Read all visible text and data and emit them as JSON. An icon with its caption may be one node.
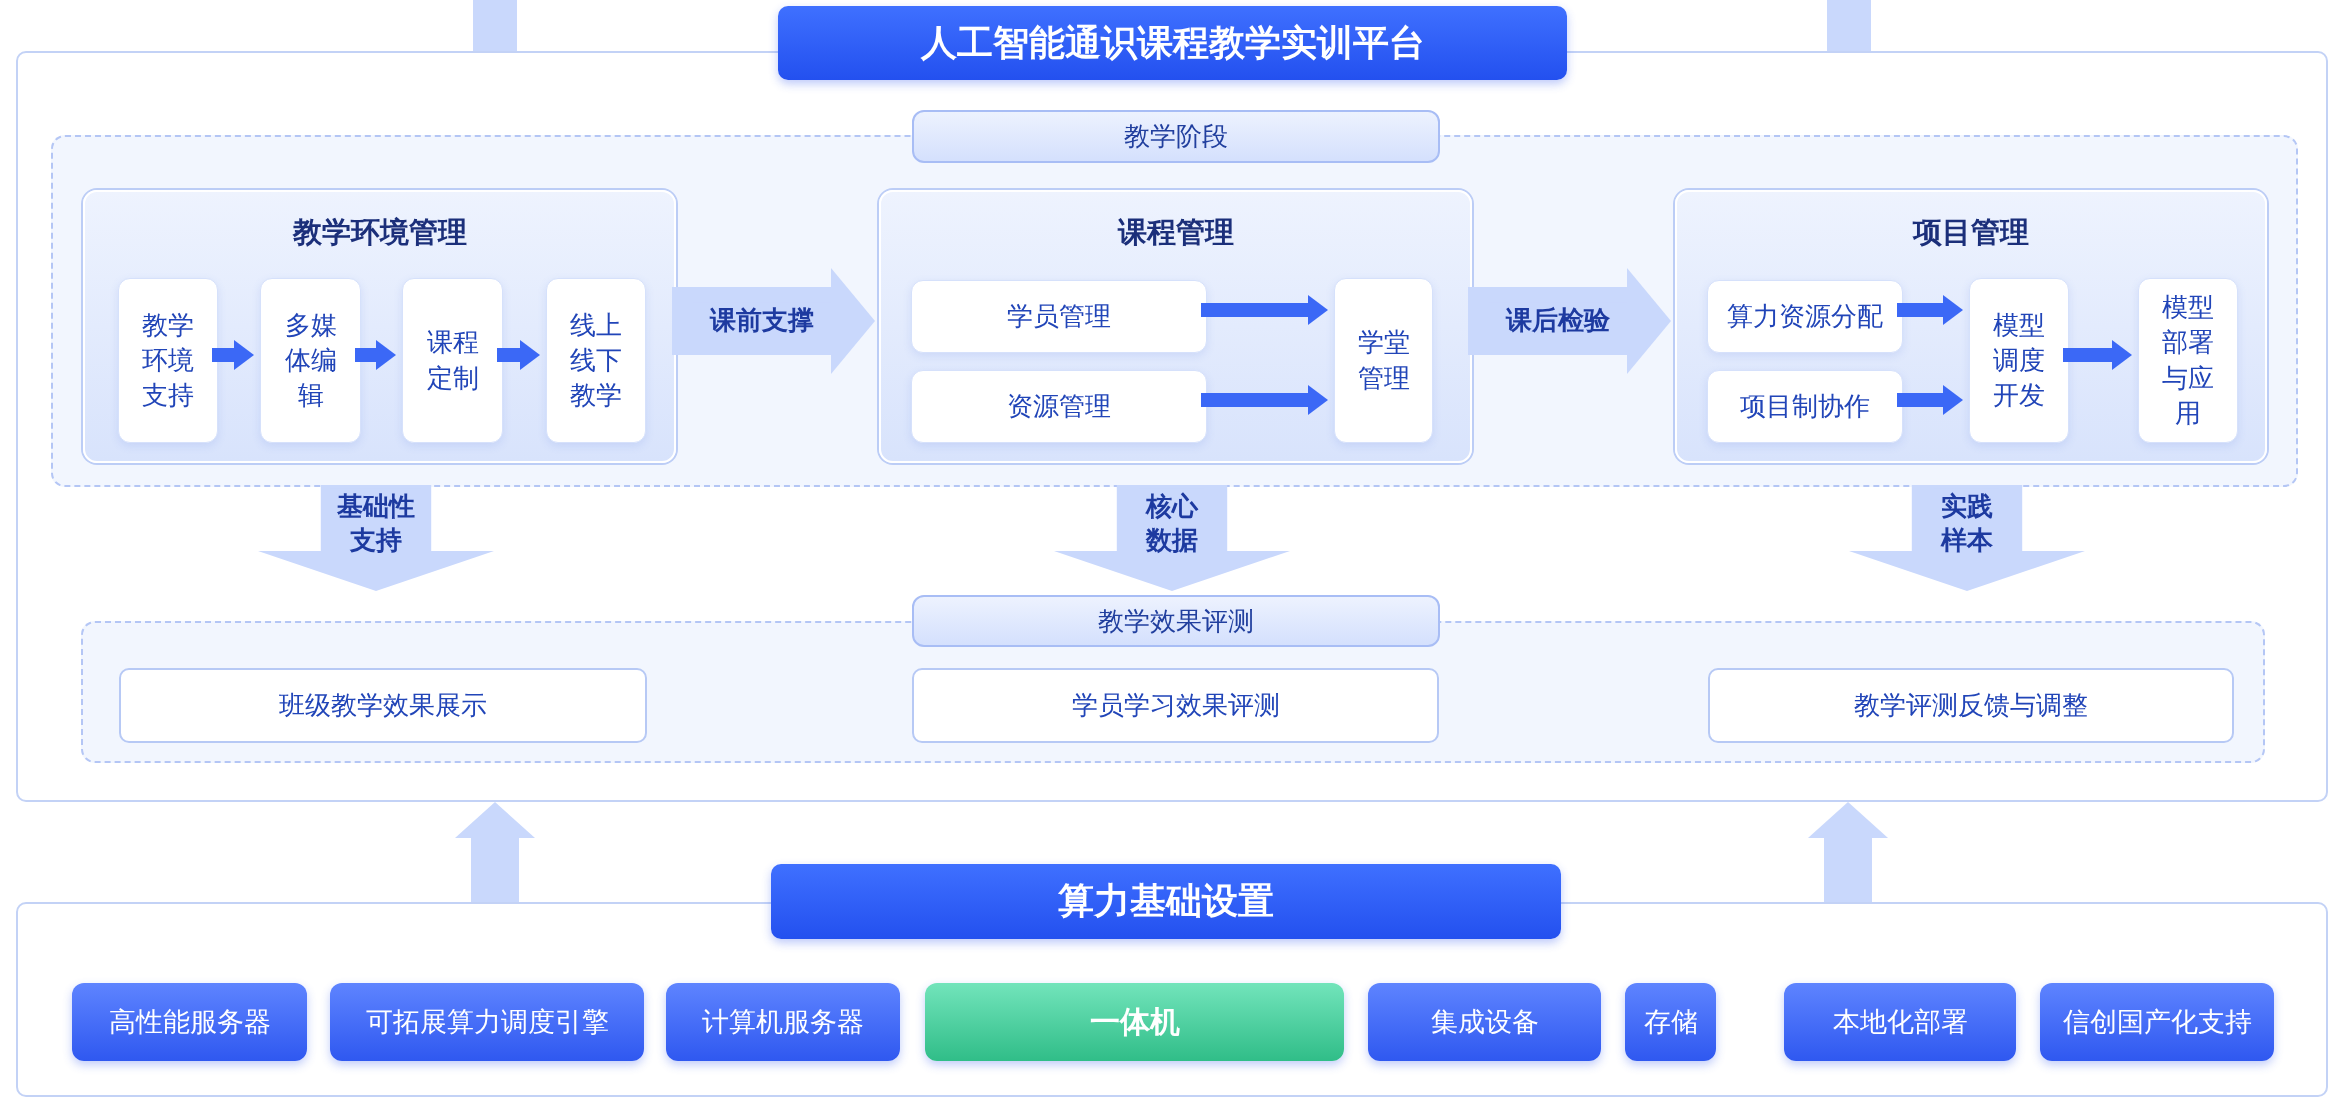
{
  "diagram": {
    "nodes": [
      {
        "text": [
          "人工智能通识课程教学实训平台"
        ]
      },
      {
        "text": [
          "教学阶段"
        ],
        "in": 0
      },
      {
        "text": [
          "教学环境管理"
        ],
        "in": 1
      },
      {
        "text": [
          "教学环境支持"
        ],
        "in": 2
      },
      {
        "text": [
          "多媒体编辑"
        ],
        "in": 2
      },
      {
        "text": [
          "课程定制"
        ],
        "in": 2
      },
      {
        "text": [
          "线上线下教学"
        ],
        "in": 2
      },
      {
        "text": [
          "课程管理"
        ],
        "in": 1
      },
      {
        "text": [
          "学员管理"
        ],
        "in": 7
      },
      {
        "text": [
          "资源管理"
        ],
        "in": 7
      },
      {
        "text": [
          "学堂管理"
        ],
        "in": 7
      },
      {
        "text": [
          "项目管理"
        ],
        "in": 1
      },
      {
        "text": [
          "算力资源分配"
        ],
        "in": 11
      },
      {
        "text": [
          "项目制协作"
        ],
        "in": 11
      },
      {
        "text": [
          "模型调度开发"
        ],
        "in": 11
      },
      {
        "text": [
          "模型部署与应用"
        ],
        "in": 11
      },
      {
        "text": [
          "教学效果评测"
        ],
        "in": 0
      },
      {
        "text": [
          "班级教学效果展示"
        ],
        "in": 16
      },
      {
        "text": [
          "学员学习效果评测"
        ],
        "in": 16
      },
      {
        "text": [
          "教学评测反馈与调整"
        ],
        "in": 16
      },
      {
        "text": [
          "算力基础设置"
        ]
      },
      {
        "text": [
          "高性能服务器"
        ],
        "in": 20
      },
      {
        "text": [
          "可拓展算力调度引擎"
        ],
        "in": 20
      },
      {
        "text": [
          "计算机服务器"
        ],
        "in": 20
      },
      {
        "text": [
          "一体机"
        ],
        "in": 20
      },
      {
        "text": [
          "集成设备"
        ],
        "in": 20
      },
      {
        "text": [
          "存储"
        ],
        "in": 20
      },
      {
        "text": [
          "本地化部署"
        ],
        "in": 20
      },
      {
        "text": [
          "信创国产化支持"
        ],
        "in": 20
      }
    ],
    "edges": [
      {
        "from": 3,
        "to": 4,
        "arrow": "to",
        "color": "#3b68f6"
      },
      {
        "from": 4,
        "to": 5,
        "arrow": "to",
        "color": "#3b68f6"
      },
      {
        "from": 5,
        "to": 6,
        "arrow": "to",
        "color": "#3b68f6"
      },
      {
        "from": 2,
        "to": 7,
        "arrow": "to",
        "label": "课前支撑"
      },
      {
        "from": 8,
        "to": 10,
        "arrow": "to",
        "color": "#3b68f6"
      },
      {
        "from": 9,
        "to": 10,
        "arrow": "to",
        "color": "#3b68f6"
      },
      {
        "from": 7,
        "to": 11,
        "arrow": "to",
        "label": "课后检验"
      },
      {
        "from": 12,
        "to": 14,
        "arrow": "to",
        "color": "#3b68f6"
      },
      {
        "from": 13,
        "to": 14,
        "arrow": "to",
        "color": "#3b68f6"
      },
      {
        "from": 14,
        "to": 15,
        "arrow": "to",
        "color": "#3b68f6"
      },
      {
        "from": 1,
        "to": 16,
        "arrow": "to",
        "label": "基础性支持",
        "style": "thick"
      },
      {
        "from": 1,
        "to": 16,
        "arrow": "to",
        "label": "核心数据",
        "style": "thick"
      },
      {
        "from": 1,
        "to": 16,
        "arrow": "to",
        "label": "实践样本",
        "style": "thick"
      },
      {
        "from": 20,
        "to": 0,
        "arrow": "to"
      },
      {
        "from": 20,
        "to": 0,
        "arrow": "to"
      },
      {
        "from": 0,
        "to": null,
        "arrow": "none"
      },
      {
        "from": 0,
        "to": null,
        "arrow": "none"
      }
    ]
  }
}
